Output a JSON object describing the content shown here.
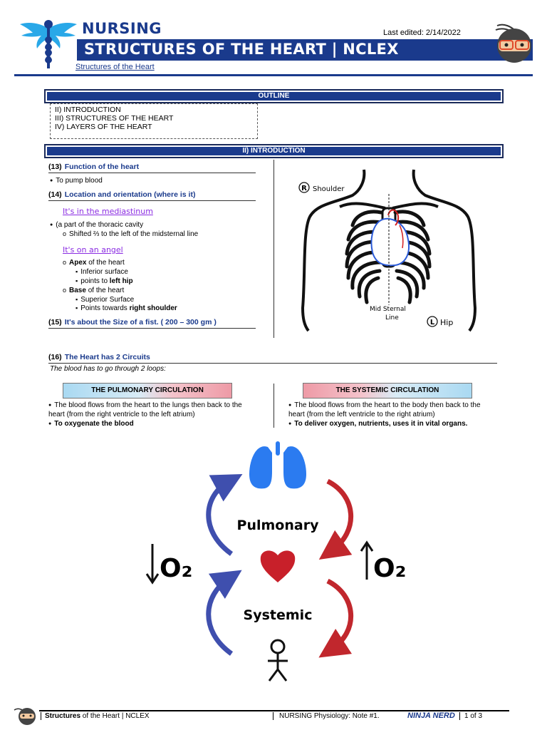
{
  "header": {
    "brand": "NURSING",
    "title": "STRUCTURES OF THE HEART | NCLEX",
    "last_edited": "Last edited: 2/14/2022",
    "link": "Structures of the Heart"
  },
  "outline": {
    "title": "OUTLINE",
    "items": [
      "II) INTRODUCTION",
      "III) STRUCTURES OF THE HEART",
      "IV) LAYERS OF THE HEART"
    ]
  },
  "intro": {
    "title": "II) INTRODUCTION",
    "s13": {
      "num": "(13)",
      "title": "Function of the heart",
      "bullet": "To pump blood"
    },
    "s14": {
      "num": "(14)",
      "title": "Location and orientation (where is it)",
      "mediastinum": "It's in the mediastinum",
      "bullet1": "(a part of the thoracic cavity",
      "sub1": "Shifted ⅔ to the left of the midsternal line",
      "angel": "It's on an angel",
      "apex": "Apex",
      "apex_rest": " of the heart",
      "apex_sub1": "Inferior surface",
      "apex_sub2_pre": "points to ",
      "apex_sub2_bold": "left hip",
      "base": "Base",
      "base_rest": " of the heart",
      "base_sub1": "Superior Surface",
      "base_sub2_pre": "Points towards ",
      "base_sub2_bold": "right shoulder"
    },
    "s15": {
      "num": "(15)",
      "title": "It's about the Size of a fist. ( 200 – 300 gm )"
    },
    "figure": {
      "r_label": "R",
      "shoulder": "Shoulder",
      "mid_sternal_1": "Mid Sternal",
      "mid_sternal_2": "Line",
      "l_label": "L",
      "hip": "Hip"
    }
  },
  "circuits": {
    "num": "(16)",
    "title": "The Heart has 2 Circuits",
    "subtitle": "The blood has to go through 2 loops:",
    "pulmonary": {
      "label": "THE PULMONARY CIRCULATION",
      "text": "The blood flows from the heart to the lungs then back to the heart (from the right ventricle to the left atrium)",
      "bold": "To oxygenate the blood"
    },
    "systemic": {
      "label": "THE SYSTEMIC CIRCULATION",
      "text": "The blood flows from the heart to the body then back to the heart (from the left ventricle to the right atrium)",
      "bold": "To deliver oxygen, nutrients, uses it in vital organs."
    },
    "diagram": {
      "pulmonary_word": "Pulmonary",
      "systemic_word": "Systemic",
      "left_o2": "O₂",
      "right_o2": "O₂",
      "colors": {
        "deoxy": "#3f4fae",
        "oxy": "#c1272d",
        "lungs": "#2b7bf0",
        "heart": "#c8202a"
      }
    }
  },
  "footer": {
    "left_bold": "Structures",
    "left_rest": " of the Heart | NCLEX",
    "mid": "NURSING Physiology: Note #1.",
    "logo": "NINJA NERD",
    "page": "1 of 3"
  }
}
